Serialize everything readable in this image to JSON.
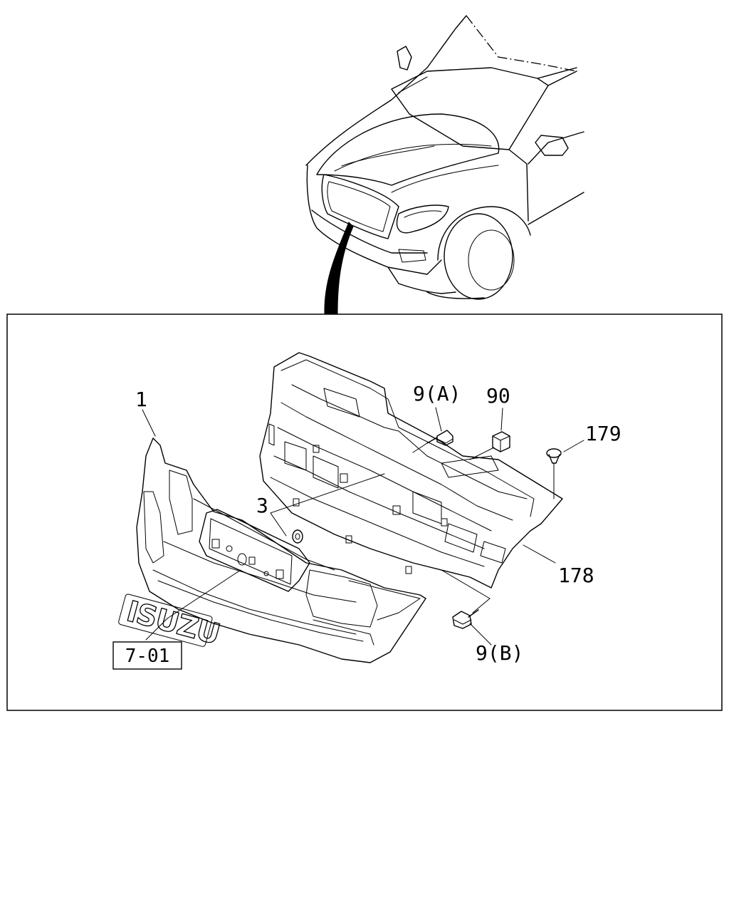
{
  "callouts": {
    "part_1": "1",
    "part_3": "3",
    "part_9a": "9(A)",
    "part_90": "90",
    "part_179": "179",
    "part_178": "178",
    "part_9b": "9(B)"
  },
  "reference_box": "7-01",
  "emblem_text": "ISUZU"
}
